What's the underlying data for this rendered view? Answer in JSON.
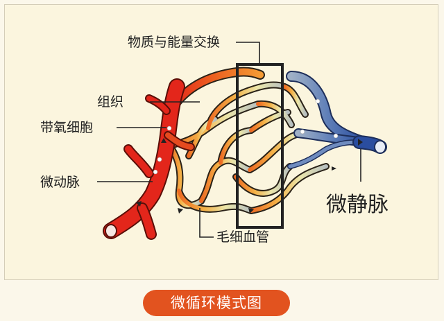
{
  "labels": {
    "exchange": "物质与能量交换",
    "tissue": "组织",
    "oxygen_cells": "带氧细胞",
    "arteriole": "微动脉",
    "venule": "微静脉",
    "capillary": "毛细血管"
  },
  "caption": "微循环模式图",
  "colors": {
    "artery": "#e3261b",
    "capillary_mid": "#f2a13a",
    "capillary_light": "#e8e4a6",
    "vein": "#2f55a6",
    "background": "#fbf5de",
    "caption_bg": "#e2531f"
  }
}
